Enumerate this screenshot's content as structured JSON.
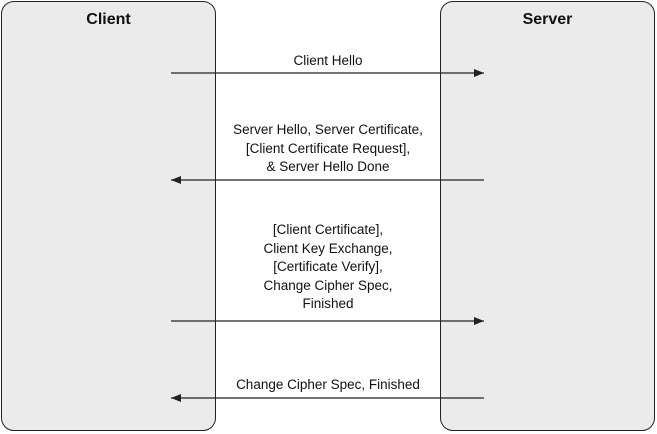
{
  "lanes": {
    "client": {
      "title": "Client"
    },
    "server": {
      "title": "Server"
    }
  },
  "messages": [
    {
      "direction": "to-server",
      "lines": [
        "Client Hello"
      ]
    },
    {
      "direction": "to-client",
      "lines": [
        "Server Hello, Server Certificate,",
        "[Client Certificate Request],",
        "& Server Hello Done"
      ]
    },
    {
      "direction": "to-server",
      "lines": [
        "[Client Certificate],",
        "Client Key Exchange,",
        "[Certificate Verify],",
        "Change Cipher Spec,",
        "Finished"
      ]
    },
    {
      "direction": "to-client",
      "lines": [
        "Change Cipher Spec, Finished"
      ]
    }
  ],
  "colors": {
    "lane_fill": "#ebebeb",
    "stroke": "#222222",
    "text": "#111111"
  }
}
